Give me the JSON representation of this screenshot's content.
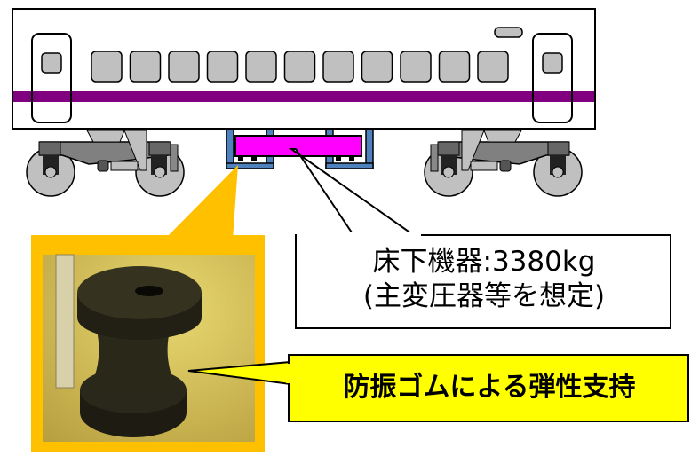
{
  "equipment_callout": {
    "line1": "床下機器:3380kg",
    "line2": "(主変圧器等を想定)"
  },
  "rubber_callout": {
    "text": "防振ゴムによる弾性支持"
  },
  "colors": {
    "stripe": "#800080",
    "equipment": "#ff00ff",
    "frame": "#4f81bd",
    "photo_frame": "#ffc000",
    "callout_fill": "#ffff00"
  }
}
